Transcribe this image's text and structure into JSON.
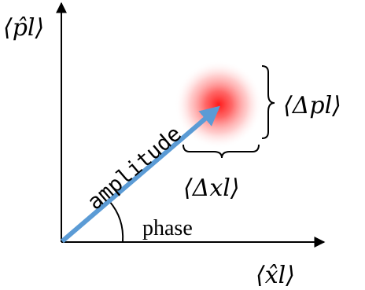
{
  "axes": {
    "y_axis_label": "⟨p̂l⟩",
    "x_axis_label": "⟨x̂l⟩"
  },
  "labels": {
    "amplitude": "amplitude",
    "phase": "phase",
    "delta_p": "⟨Δpl⟩",
    "delta_x": "⟨Δxl⟩"
  },
  "colors": {
    "amplitude_arrow": "#5b9bd5",
    "blob_center": "#ff2a2a",
    "axis": "#000000"
  }
}
